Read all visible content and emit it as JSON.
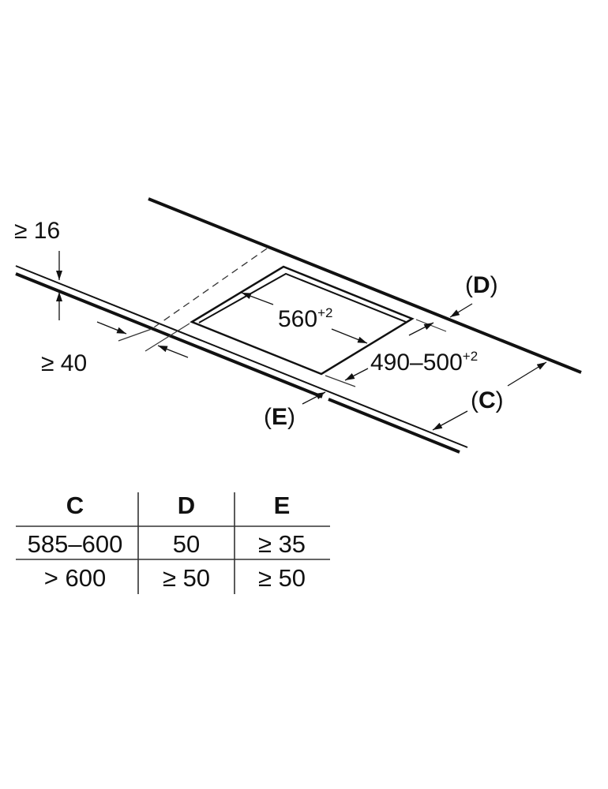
{
  "diagram": {
    "labels": {
      "min_16": "≥ 16",
      "min_40": "≥ 40",
      "width_560": "560",
      "width_560_tol": "+2",
      "depth_range": "490–500",
      "depth_range_tol": "+2",
      "c_open": "(",
      "c_letter": "C",
      "c_close": ")",
      "d_open": "(",
      "d_letter": "D",
      "d_close": ")",
      "e_open": "(",
      "e_letter": "E",
      "e_close": ")"
    }
  },
  "table": {
    "headers": [
      "C",
      "D",
      "E"
    ],
    "rows": [
      [
        "585–600",
        "50",
        "≥ 35"
      ],
      [
        "> 600",
        "≥ 50",
        "≥ 50"
      ]
    ]
  }
}
